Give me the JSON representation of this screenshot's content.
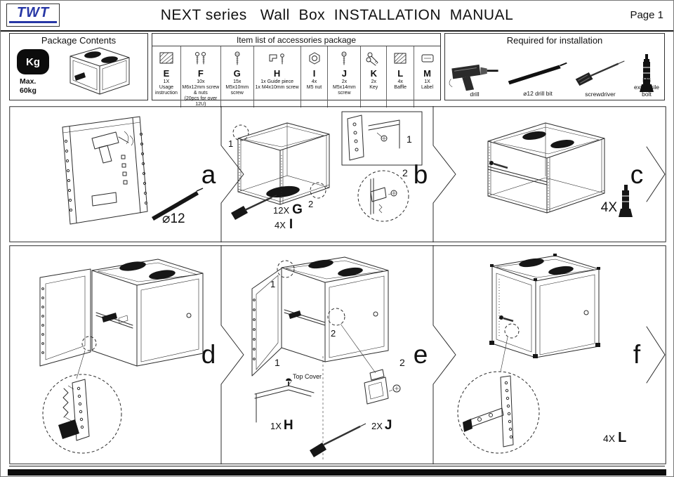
{
  "colors": {
    "logo_blue": "#2737a5",
    "line": "#2b2b2b",
    "dark_fill": "#161616"
  },
  "header": {
    "logo_text": "TWT",
    "title": "NEXT series   Wall  Box  INSTALLATION  MANUAL",
    "page": "Page 1"
  },
  "package_contents": {
    "title": "Package Contents",
    "kg_badge": "Kg",
    "max_label": "Max.",
    "weight": "60kg"
  },
  "accessories": {
    "title": "Item list of accessories package",
    "items": [
      {
        "letter": "E",
        "qty": "1X",
        "desc": "Usage instruction",
        "desc2": ""
      },
      {
        "letter": "F",
        "qty": "10x",
        "desc": "M6x12mm screw & nuts",
        "desc2": "(20pcs for over 12U)"
      },
      {
        "letter": "G",
        "qty": "15x",
        "desc": "M5x10mm screw",
        "desc2": ""
      },
      {
        "letter": "H",
        "qty": "1x Guide piece",
        "desc": "1x M4x10mm screw",
        "desc2": ""
      },
      {
        "letter": "I",
        "qty": "4x",
        "desc": "M5 nut",
        "desc2": ""
      },
      {
        "letter": "J",
        "qty": "2x",
        "desc": "M5x14mm screw",
        "desc2": ""
      },
      {
        "letter": "K",
        "qty": "2x",
        "desc": "Key",
        "desc2": ""
      },
      {
        "letter": "L",
        "qty": "4x",
        "desc": "Baffle",
        "desc2": ""
      },
      {
        "letter": "M",
        "qty": "1X",
        "desc": "Label",
        "desc2": ""
      }
    ]
  },
  "required": {
    "title": "Required for installation",
    "tools": [
      {
        "label": "drill"
      },
      {
        "label": "⌀12  drill bit"
      },
      {
        "label": "screwdriver"
      },
      {
        "label": "M8 expansile bolt"
      }
    ]
  },
  "panels": {
    "a": {
      "letter": "a",
      "bit_label": "⌀12"
    },
    "b": {
      "letter": "b",
      "callout1": "1",
      "callout2": "2",
      "detail1": "1",
      "detail2": "2",
      "g_qty": "12X",
      "g_item": "G",
      "i_qty": "4X",
      "i_item": "I"
    },
    "c": {
      "letter": "c",
      "bolt_qty": "4X"
    },
    "d": {
      "letter": "d"
    },
    "e": {
      "letter": "e",
      "callout1": "1",
      "callout2": "2",
      "detail1": "1",
      "detail2": "2",
      "top_cover": "Top Cover",
      "h_qty": "1X",
      "h_item": "H",
      "j_qty": "2X",
      "j_item": "J"
    },
    "f": {
      "letter": "f",
      "l_qty": "4X",
      "l_item": "L"
    }
  }
}
